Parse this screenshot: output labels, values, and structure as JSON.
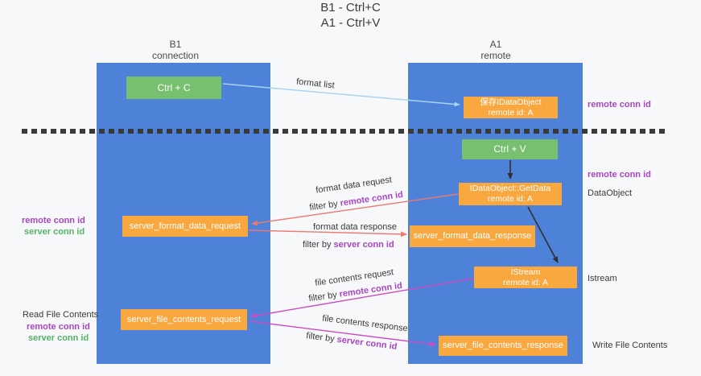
{
  "title": {
    "line1": "B1 - Ctrl+C",
    "line2": "A1 - Ctrl+V"
  },
  "columns": {
    "left": {
      "name": "B1",
      "subtitle": "connection"
    },
    "right": {
      "name": "A1",
      "subtitle": "remote"
    }
  },
  "boxes": {
    "ctrl_c": "Ctrl + C",
    "ctrl_v": "Ctrl + V",
    "save_dataobject": {
      "line1": "保存IDataObject",
      "line2": "remote id: A"
    },
    "getdata": {
      "line1": "IDataObject::GetData",
      "line2": "remote id: A"
    },
    "istream": {
      "line1": "IStream",
      "line2": "remote id: A"
    },
    "format_request": "server_format_data_request",
    "format_response": "server_format_data_response",
    "file_request": "server_file_contents_request",
    "file_response": "server_file_contents_response"
  },
  "arrow_labels": {
    "format_list": "format list",
    "format_data_request": "format data request",
    "format_data_response": "format data response",
    "file_contents_request": "file contents request",
    "file_contents_response": "file contents response",
    "filter_by": "filter by ",
    "remote_conn_id": "remote conn id",
    "server_conn_id": "server conn id"
  },
  "side_labels": {
    "left_remote_conn": "remote conn id",
    "left_server_conn": "server conn id",
    "read_file_contents": "Read File Contents",
    "right_remote_conn_top": "remote conn id",
    "right_remote_conn_mid": "remote conn id",
    "dataobject": "DataObject",
    "istream": "Istream",
    "write_file_contents": "Write File Contents"
  },
  "colors": {
    "panel_blue": "#4d82d8",
    "box_green": "#76c06f",
    "box_orange": "#f9a840",
    "arrow_light_blue": "#a9d3ef",
    "arrow_red": "#e97a72",
    "arrow_magenta": "#cc4dc3",
    "arrow_black": "#2f2f2f",
    "label_purple": "#a845c5",
    "label_green": "#53b465",
    "text_dark": "#3a3a3a",
    "background": "#f7f8f9"
  }
}
